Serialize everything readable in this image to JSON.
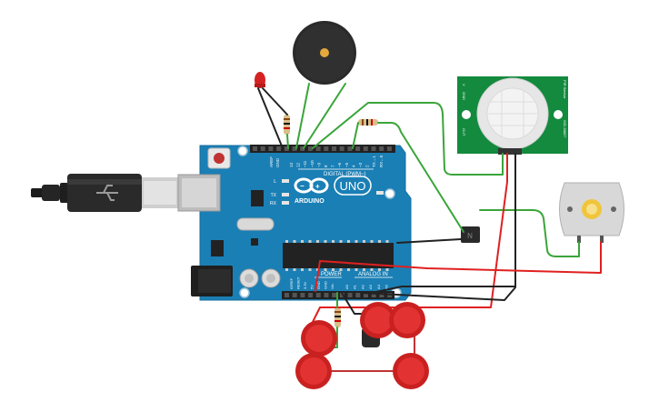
{
  "arduino": {
    "brand": "ARDUINO",
    "model": "UNO",
    "digital_header_label": "DIGITAL (PWM~)",
    "power_header_label": "POWER",
    "analog_header_label": "ANALOG IN",
    "aref_label": "AREF",
    "gnd_label": "GND",
    "led_l_label": "L",
    "led_tx_label": "TX",
    "led_rx_label": "RX",
    "on_label": "ON",
    "digital_pins": [
      "13",
      "12",
      "~11",
      "~10",
      "~9",
      "8",
      "7",
      "~6",
      "~5",
      "4",
      "~3",
      "2",
      "TX→1",
      "RX←0"
    ],
    "power_pins": [
      "IOREF",
      "RESET",
      "3.3V",
      "5V",
      "GND",
      "GND",
      "Vin"
    ],
    "analog_pins": [
      "A0",
      "A1",
      "A2",
      "A3",
      "A4",
      "A5"
    ]
  },
  "pir_sensor": {
    "left_labels": [
      "V",
      "GND",
      "OUT"
    ],
    "right_label_1": "PIR Sensor",
    "right_label_2": "SIG-38827"
  },
  "colors": {
    "board": "#1a7fb5",
    "wire_red": "#e02020",
    "wire_black": "#222222",
    "wire_green": "#3aa53a",
    "pir_pcb": "#138a3e",
    "button_red": "#e23232"
  }
}
